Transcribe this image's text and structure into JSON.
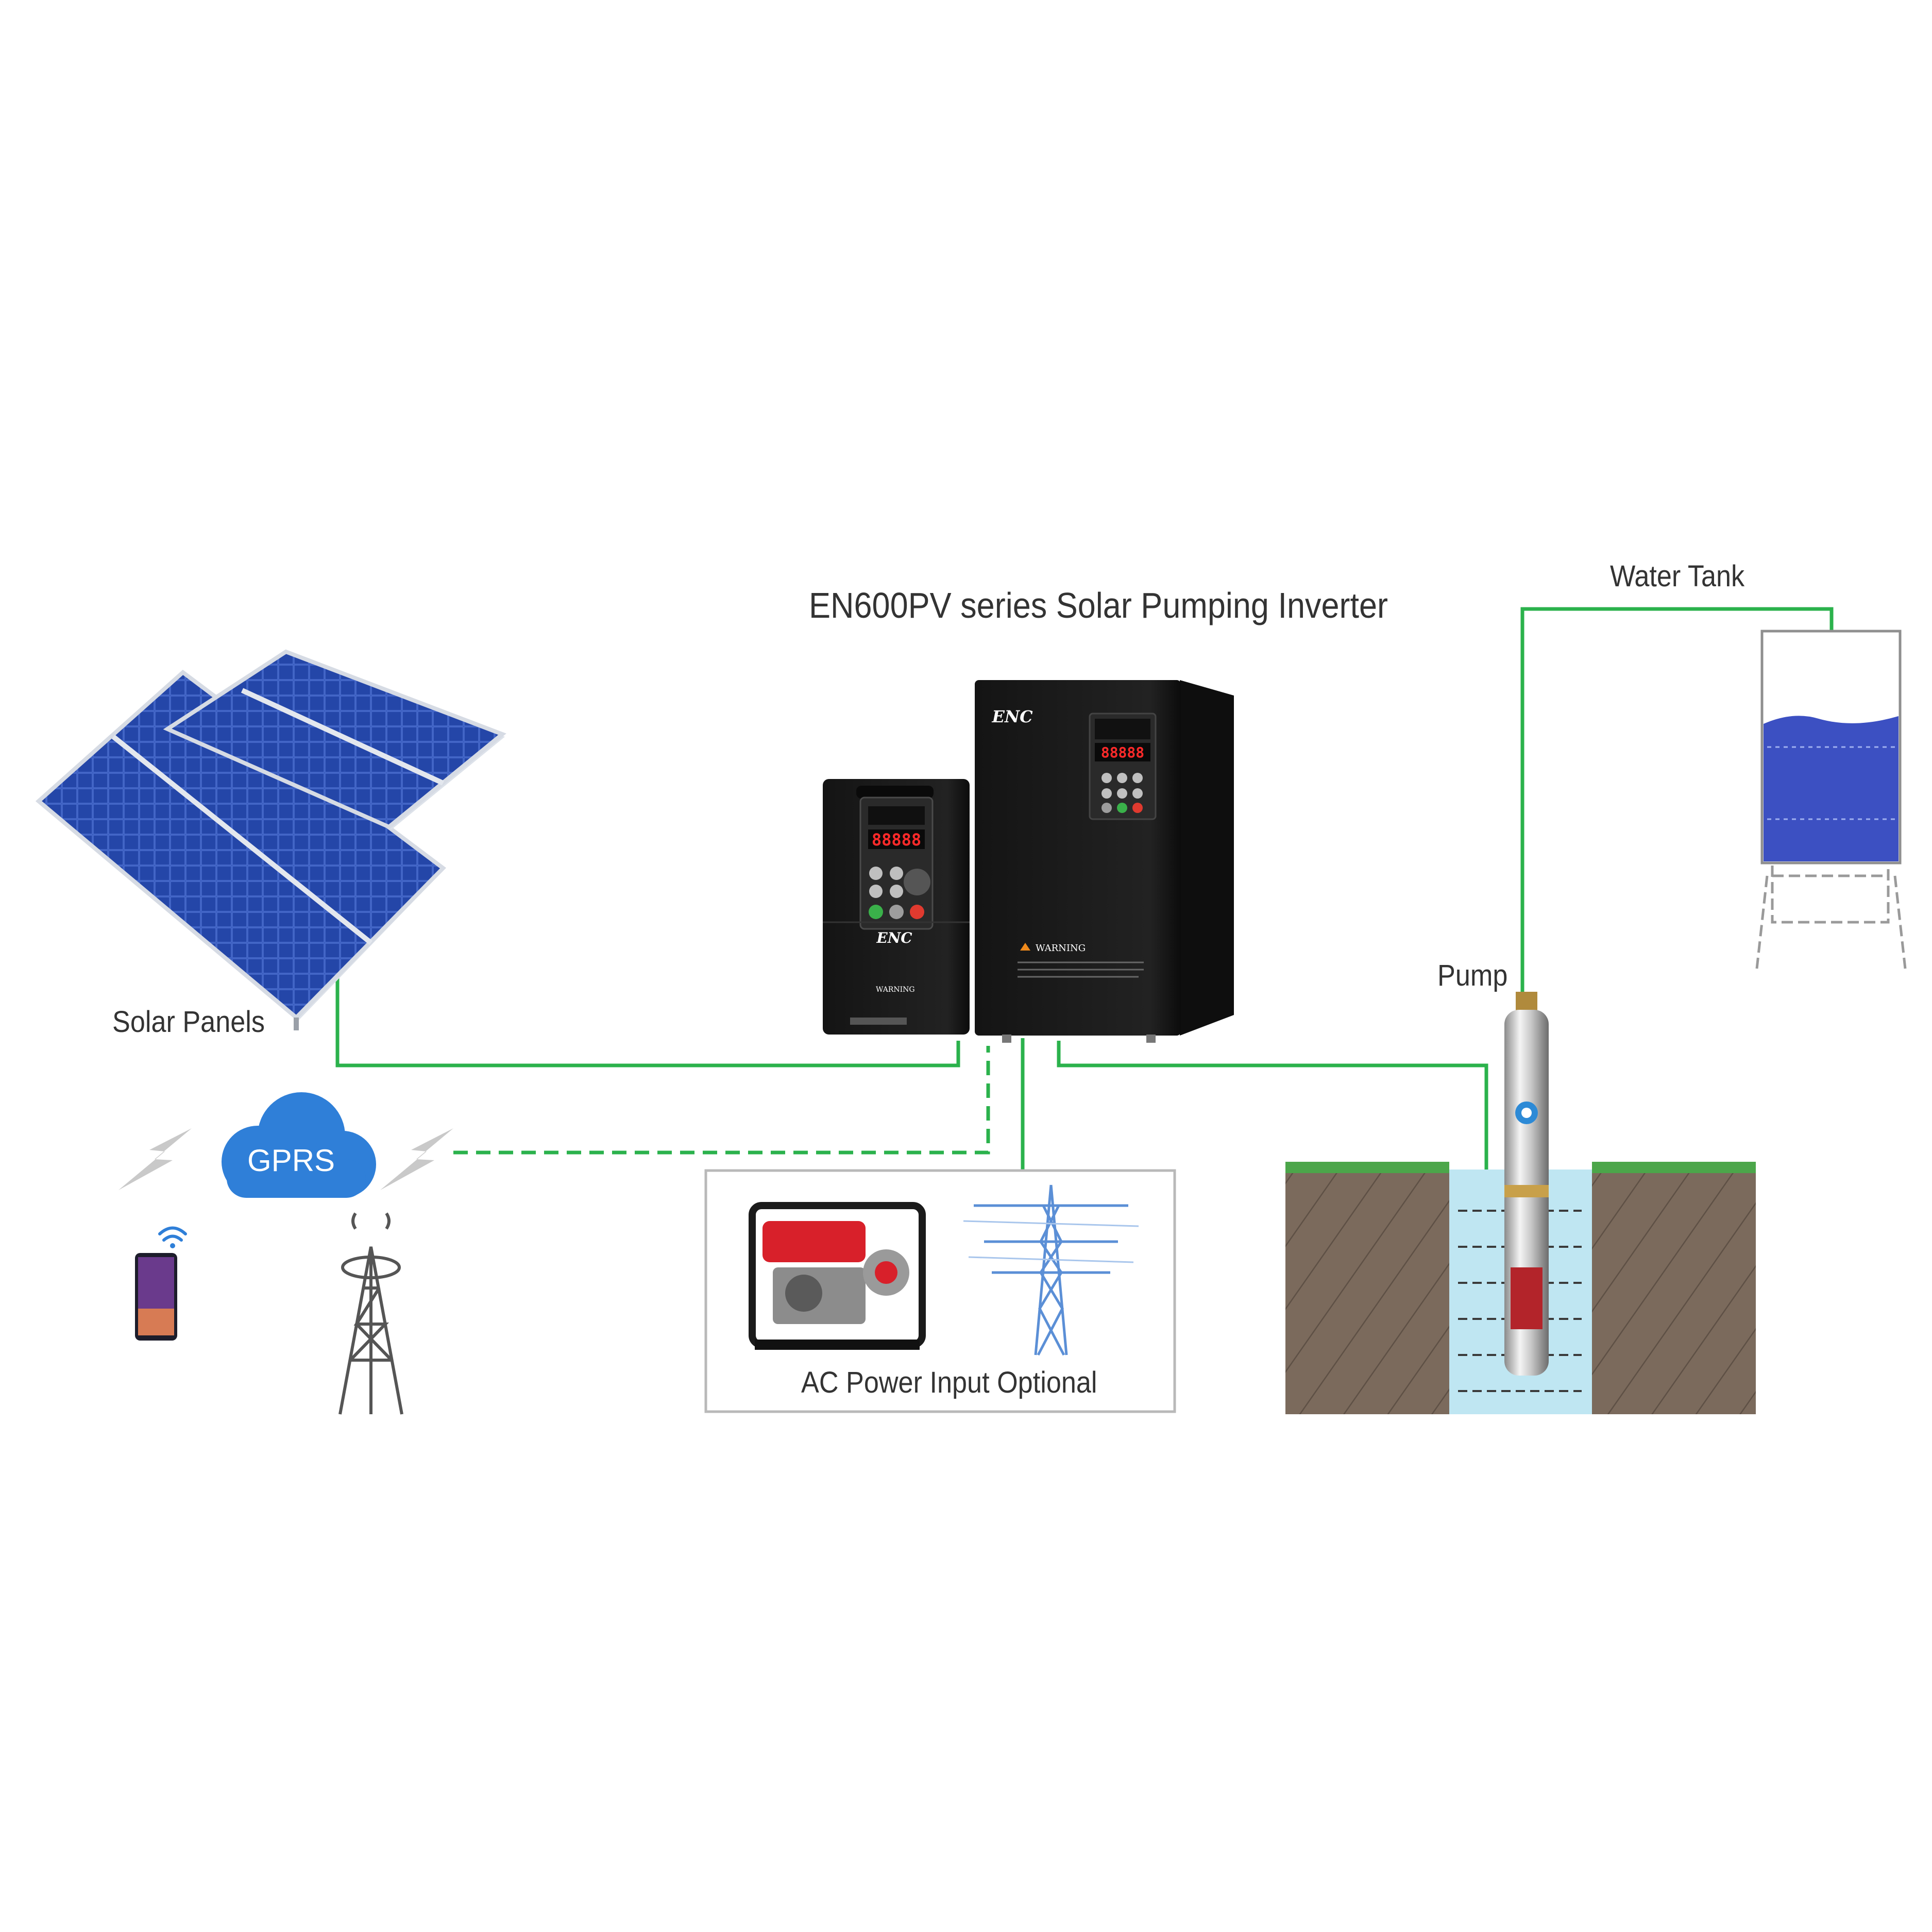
{
  "labels": {
    "title": "EN600PV series Solar Pumping Inverter",
    "water_tank": "Water Tank",
    "pump": "Pump",
    "solar_panels": "Solar Panels",
    "ac_power": "AC Power Input Optional",
    "gprs": "GPRS"
  },
  "inverter": {
    "brand": "ENC",
    "warning": "WARNING",
    "display": "88888"
  },
  "colors": {
    "wire": "#2bb24c",
    "panel": "#1f3f9c",
    "inverter": "#1c1c1c",
    "cloud": "#2f7fd8",
    "soil": "#7b6a5c",
    "water": "#bfe6f2",
    "tank_water": "#3c50c2"
  },
  "icons": [
    "solar-panel-icon",
    "inverter-icon",
    "cloud-icon",
    "lightning-icon",
    "smartphone-icon",
    "wifi-icon",
    "cell-tower-icon",
    "generator-icon",
    "power-pylon-icon",
    "submersible-pump-icon",
    "water-tank-icon",
    "soil-icon",
    "grass-icon"
  ]
}
